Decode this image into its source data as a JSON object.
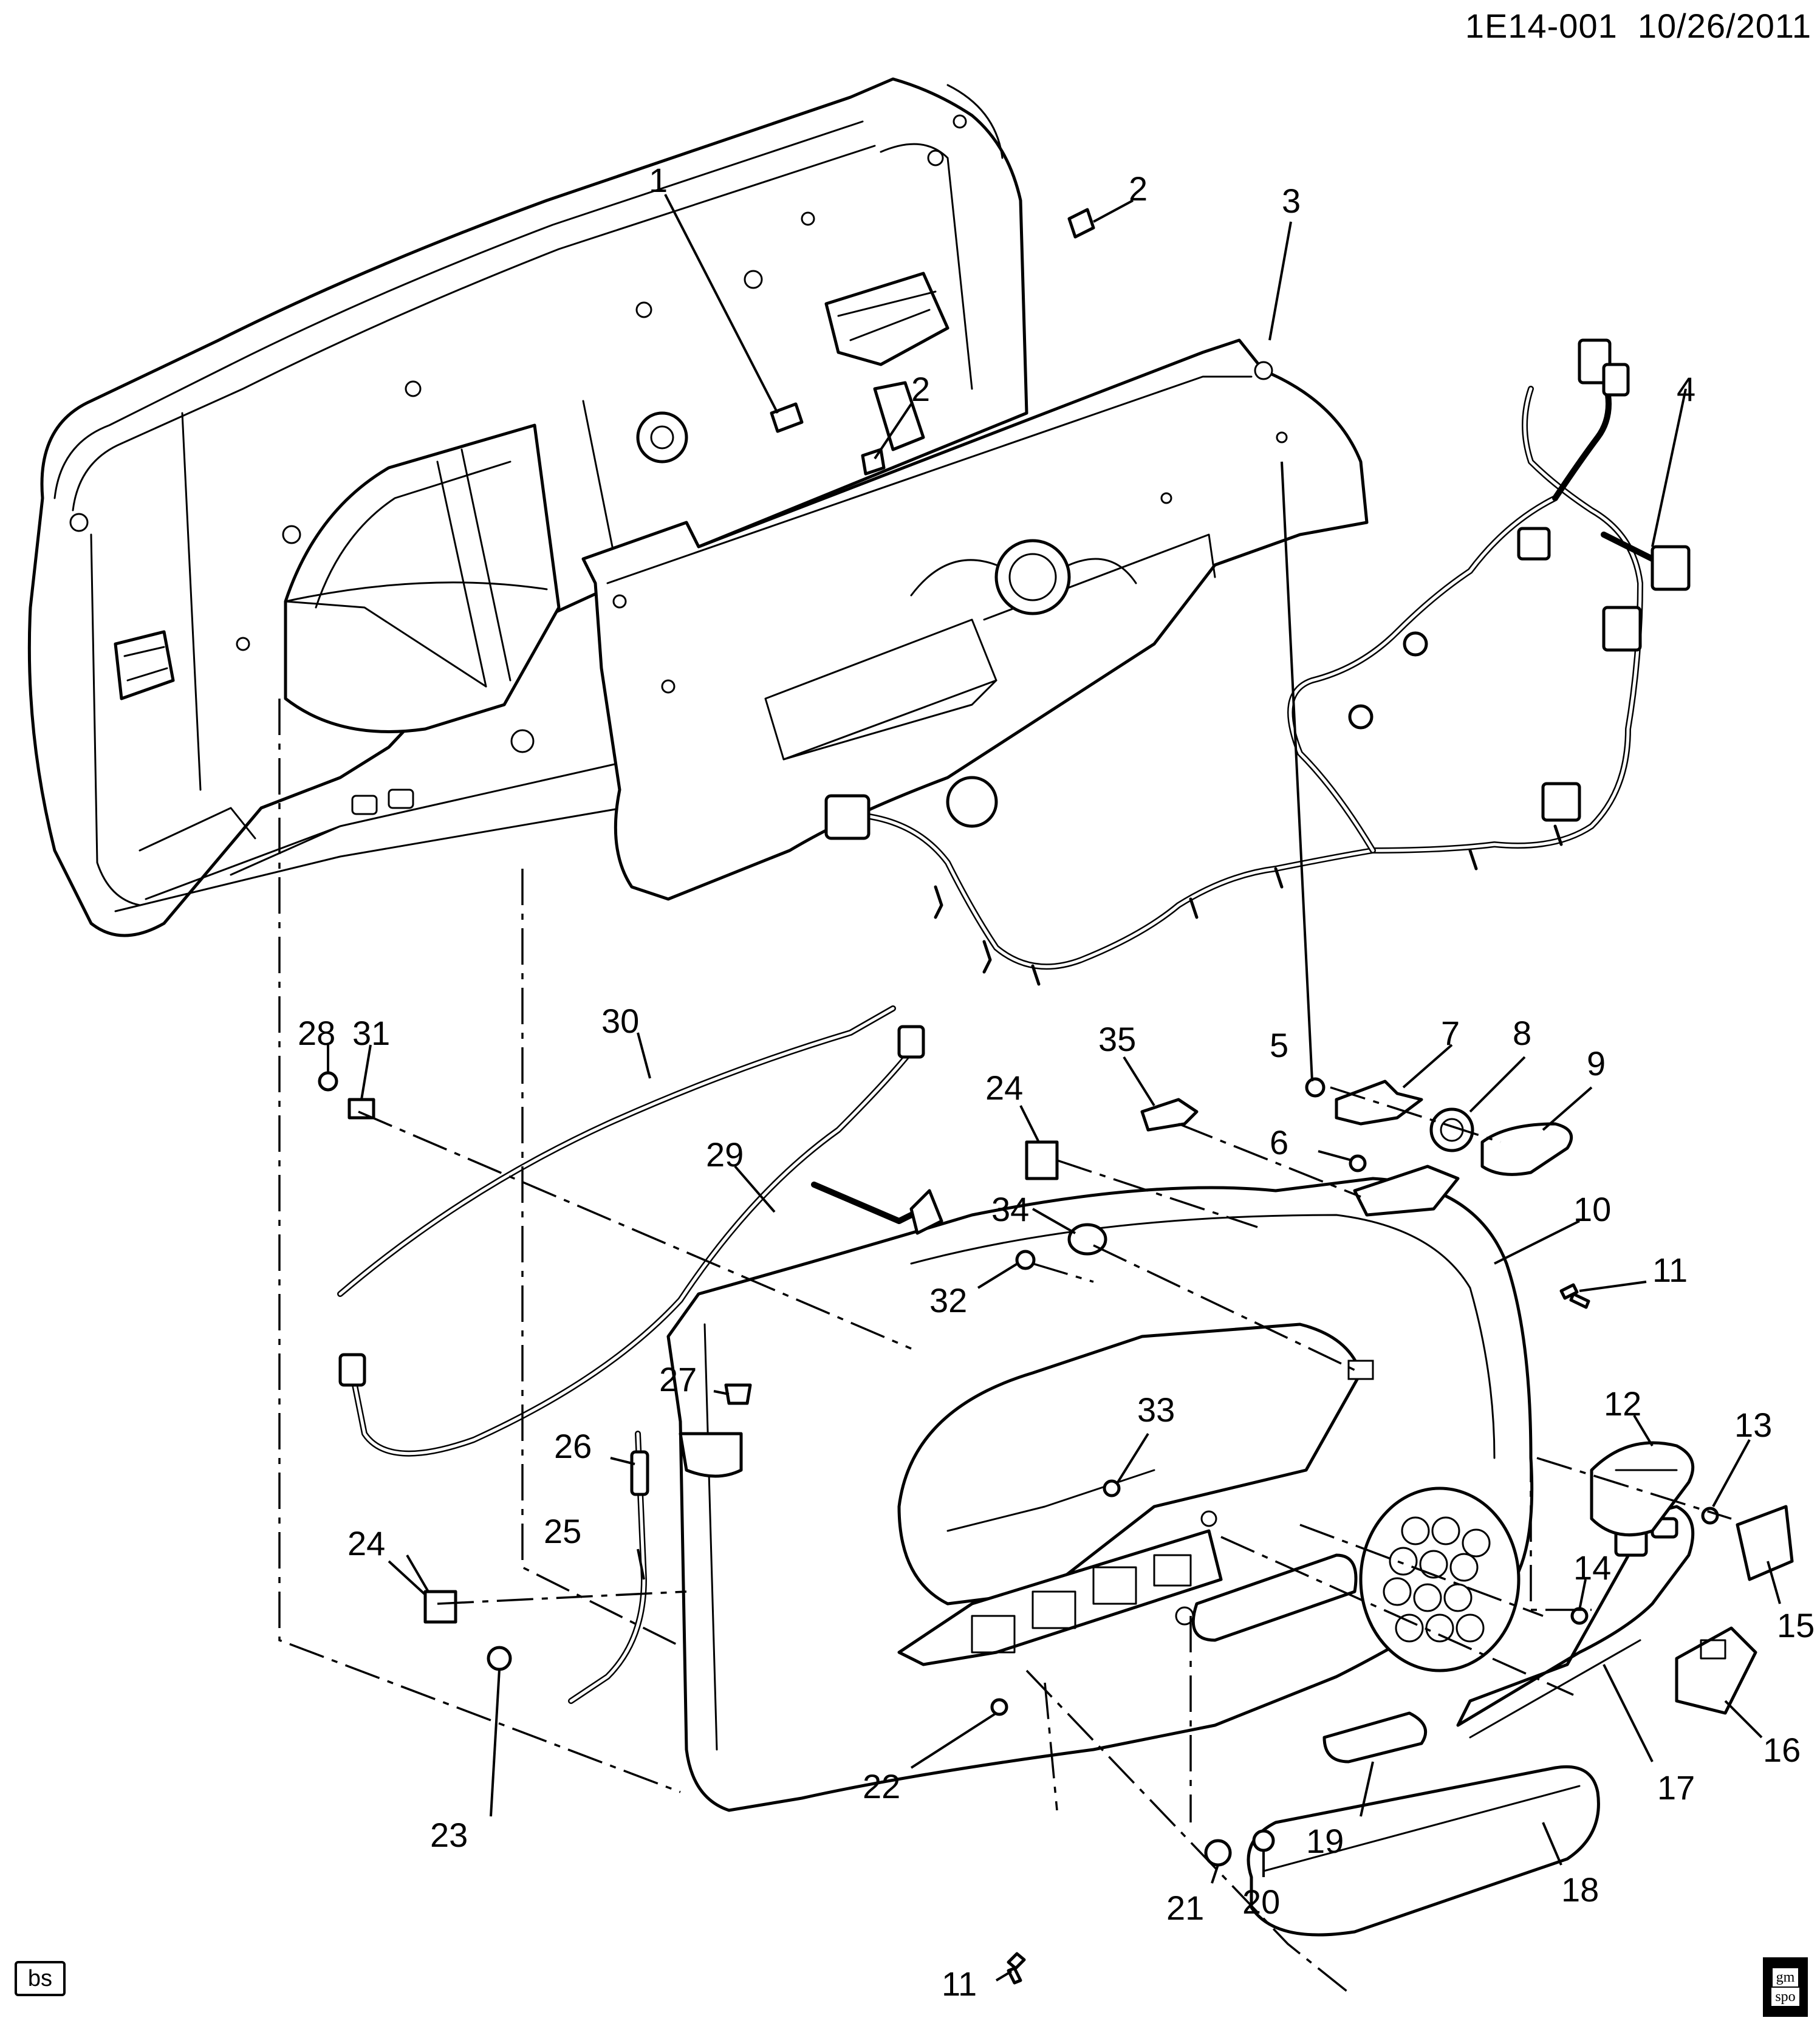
{
  "header": {
    "diagram_id": "1E14-001",
    "date": "10/26/2011",
    "badge_left": "bs",
    "badge_right_line1": "gm",
    "badge_right_line2": "spo"
  },
  "callouts": {
    "c1": "1",
    "c2a": "2",
    "c2b": "2",
    "c3": "3",
    "c4": "4",
    "c5": "5",
    "c6": "6",
    "c7": "7",
    "c8": "8",
    "c9": "9",
    "c10": "10",
    "c11a": "11",
    "c11b": "11",
    "c12": "12",
    "c13": "13",
    "c14": "14",
    "c15": "15",
    "c16": "16",
    "c17": "17",
    "c18": "18",
    "c19": "19",
    "c20": "20",
    "c21": "21",
    "c22": "22",
    "c23": "23",
    "c24a": "24",
    "c24b": "24",
    "c25": "25",
    "c26": "26",
    "c27": "27",
    "c28": "28",
    "c29": "29",
    "c30": "30",
    "c31": "31",
    "c32": "32",
    "c33": "33",
    "c34": "34",
    "c35": "35"
  }
}
